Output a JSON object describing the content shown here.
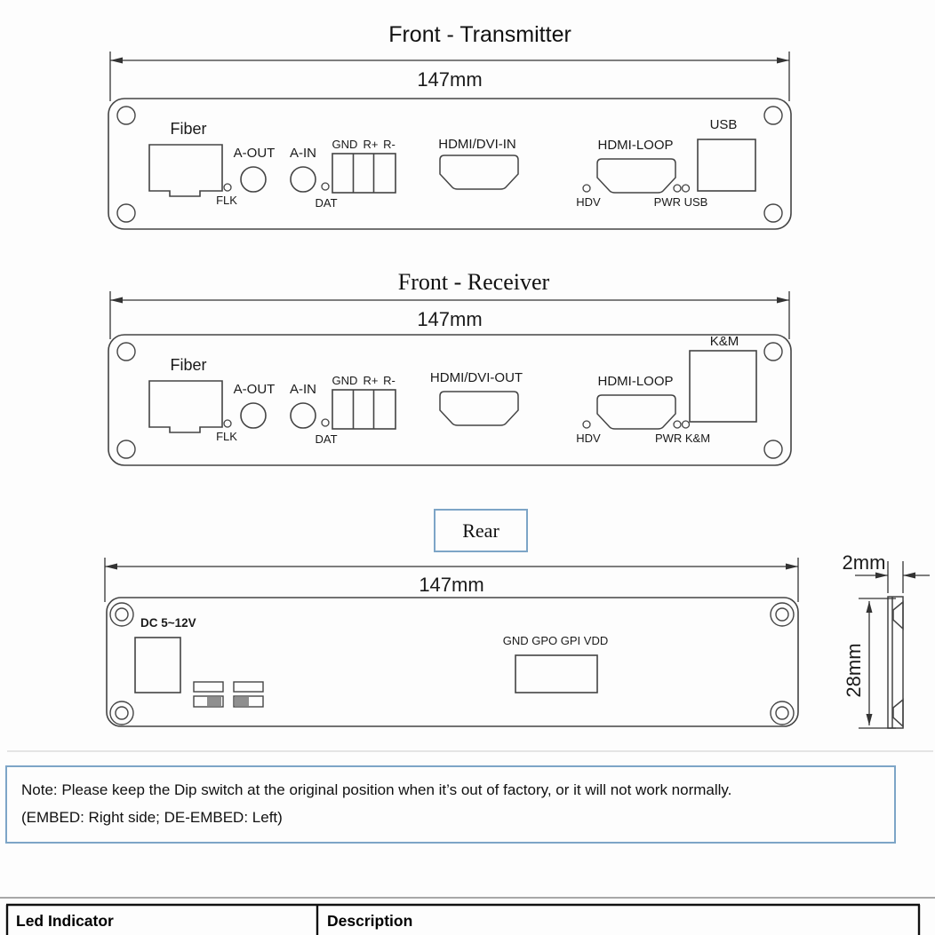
{
  "transmitter": {
    "title": "Front - Transmitter",
    "width": "147mm",
    "fiber": "Fiber",
    "flk": "FLK",
    "a_out": "A-OUT",
    "a_in": "A-IN",
    "dat": "DAT",
    "gnd": "GND",
    "r_plus": "R+",
    "r_minus": "R-",
    "hdmi": "HDMI/DVI-IN",
    "hdmi_loop": "HDMI-LOOP",
    "hdv": "HDV",
    "pwr": "PWR USB",
    "usb": "USB"
  },
  "receiver": {
    "title": "Front - Receiver",
    "width": "147mm",
    "fiber": "Fiber",
    "flk": "FLK",
    "a_out": "A-OUT",
    "a_in": "A-IN",
    "dat": "DAT",
    "gnd": "GND",
    "r_plus": "R+",
    "r_minus": "R-",
    "hdmi": "HDMI/DVI-OUT",
    "hdmi_loop": "HDMI-LOOP",
    "hdv": "HDV",
    "pwr": "PWR K&M",
    "km": "K&M"
  },
  "rear": {
    "title": "Rear",
    "width": "147mm",
    "dc": "DC 5~12V",
    "gpio": "GND GPO GPI VDD"
  },
  "side": {
    "thickness": "2mm",
    "height": "28mm"
  },
  "note": {
    "line1": "Note: Please keep the Dip switch at the original position when it’s out of factory, or it will not work normally.",
    "line2": "(EMBED: Right side; DE-EMBED: Left)"
  },
  "led_table": {
    "col1": "Led Indicator",
    "col2": "Description"
  },
  "colors": {
    "accent_blue": "#7da5c7",
    "line": "#444444",
    "dip_fill": "#8f8f8f"
  }
}
